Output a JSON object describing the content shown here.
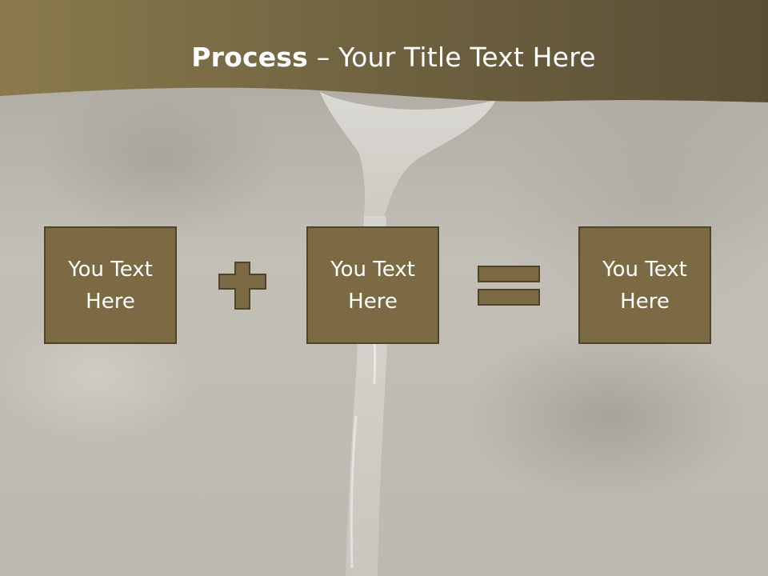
{
  "slide": {
    "title_bold": "Process",
    "title_dash": " – ",
    "title_rest": "Your Title Text Here"
  },
  "boxes": [
    {
      "line1": "You Text",
      "line2": "Here"
    },
    {
      "line1": "You Text",
      "line2": "Here"
    },
    {
      "line1": "You Text",
      "line2": "Here"
    }
  ],
  "colors": {
    "header_left": "#8a7a4c",
    "header_right": "#5a4f35",
    "box_fill": "#7b6a43",
    "box_border": "#4f4329"
  }
}
